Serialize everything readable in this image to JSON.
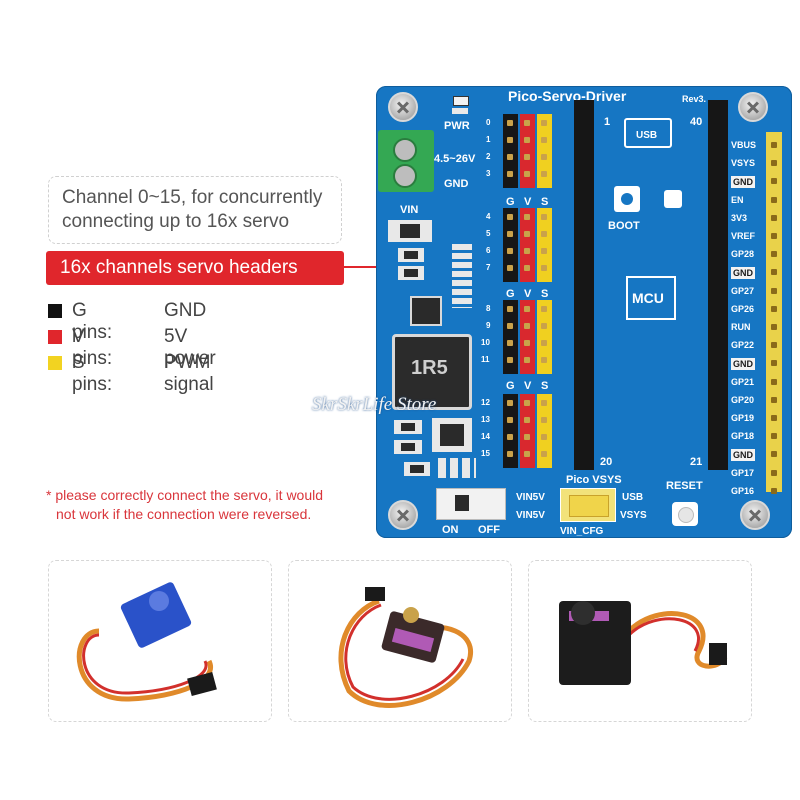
{
  "info": {
    "channel_line1": "Channel 0~15, for concurrently",
    "channel_line2": "connecting up to 16x servo",
    "banner": "16x channels servo headers"
  },
  "legend": [
    {
      "label": "G pins:",
      "value": "GND",
      "color": "#111111"
    },
    {
      "label": "V pins:",
      "value": "5V power",
      "color": "#e0262c"
    },
    {
      "label": "S pins:",
      "value": "PWM signal",
      "color": "#f2d321"
    }
  ],
  "warning": {
    "line1": "* please correctly connect the servo, it would",
    "line2": "not work if the connection were reversed."
  },
  "board": {
    "title": "Pico-Servo-Driver",
    "rev": "Rev3.",
    "pwr": "PWR",
    "voltage": "4.5~26V",
    "gnd": "GND",
    "vin": "VIN",
    "gvs_g": "G",
    "gvs_v": "V",
    "gvs_s": "S",
    "channels": [
      "0",
      "1",
      "2",
      "3",
      "4",
      "5",
      "6",
      "7",
      "8",
      "9",
      "10",
      "11",
      "12",
      "13",
      "14",
      "15"
    ],
    "pin1": "1",
    "pin40": "40",
    "pin20": "20",
    "pin21": "21",
    "usb": "USB",
    "boot": "BOOT",
    "mcu": "MCU",
    "inductor": "1R5",
    "right_labels": [
      "VBUS",
      "VSYS",
      "GND",
      "EN",
      "3V3",
      "VREF",
      "GP28",
      "GND",
      "GP27",
      "GP26",
      "RUN",
      "GP22",
      "GND",
      "GP21",
      "GP20",
      "GP19",
      "GP18",
      "GND",
      "GP17",
      "GP16"
    ],
    "pico_vsys": "Pico VSYS",
    "vin5v_a": "VIN5V",
    "vin5v_b": "VIN5V",
    "usb_label": "USB",
    "vsys_label": "VSYS",
    "vin_cfg": "VIN_CFG",
    "reset": "RESET",
    "on": "ON",
    "off": "OFF"
  },
  "watermark": "SkrSkrLife Store",
  "photos": [
    "blue-micro-servo",
    "metal-gear-micro-servo",
    "large-servo"
  ]
}
